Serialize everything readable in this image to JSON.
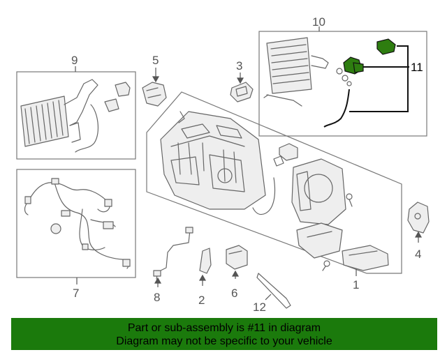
{
  "callouts": {
    "c1": "1",
    "c2": "2",
    "c3": "3",
    "c4": "4",
    "c5": "5",
    "c6": "6",
    "c7": "7",
    "c8": "8",
    "c9": "9",
    "c10": "10",
    "c11": "11",
    "c12": "12"
  },
  "banner": {
    "line1": "Part or sub-assembly is #11 in diagram",
    "line2": "Diagram may not be specific to your vehicle"
  },
  "colors": {
    "banner": "#1b7a0c",
    "highlight_part": "#2e7d10",
    "line": "#666666"
  },
  "highlighted_callout": "11"
}
